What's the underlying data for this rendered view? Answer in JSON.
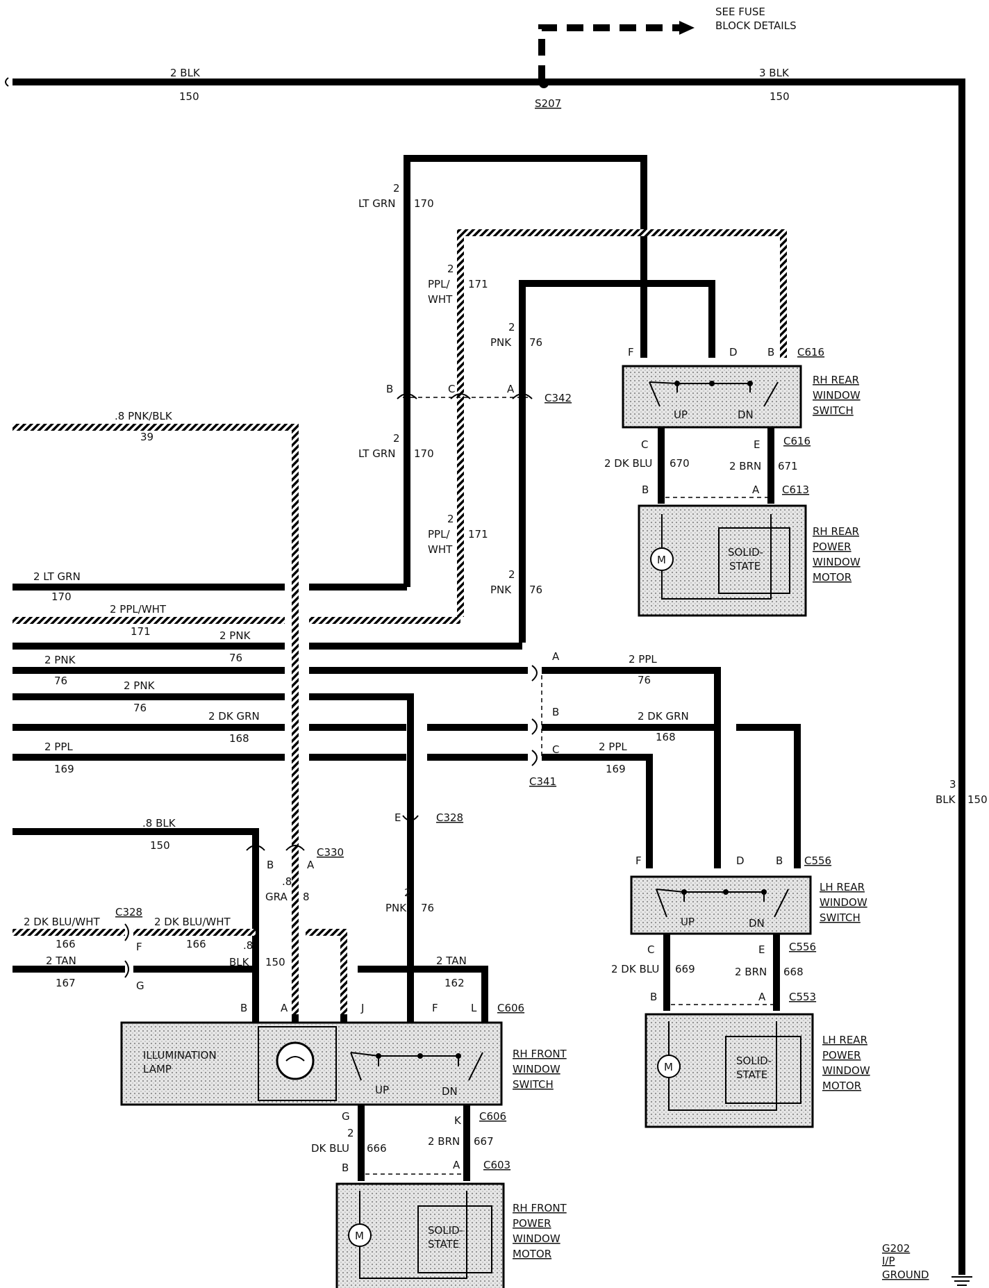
{
  "fuse_note": {
    "line1": "SEE FUSE",
    "line2": "BLOCK DETAILS"
  },
  "top_bus": {
    "left_size": "2 BLK",
    "left_circuit": "150",
    "splice": "S207",
    "right_size": "3 BLK",
    "right_circuit": "150"
  },
  "wires": {
    "ltgrn_size_n": "2",
    "ltgrn_color": "LT GRN",
    "ltgrn_circuit": "170",
    "pplwht_size_n": "2",
    "pplwht_color1": "PPL/",
    "pplwht_color2": "WHT",
    "pplwht_circuit": "171",
    "pnk_size_n": "2",
    "pnk_color": "PNK",
    "pnk_circuit": "76",
    "pnkblk_size": ".8 PNK/BLK",
    "pnkblk_circuit": "39"
  },
  "c342": {
    "name": "C342",
    "pin_b": "B",
    "pin_c": "C",
    "pin_a": "A"
  },
  "rh_rear_switch": {
    "name_l1": "RH REAR",
    "name_l2": "WINDOW",
    "name_l3": "SWITCH",
    "connector": "C616",
    "pin_f": "F",
    "pin_d": "D",
    "pin_b": "B",
    "pin_c": "C",
    "pin_e": "E",
    "up": "UP",
    "dn": "DN",
    "connector_bottom": "C616"
  },
  "rh_rear_motor_wires": {
    "left": "2 DK BLU",
    "left_circuit": "670",
    "right": "2 BRN",
    "right_circuit": "671",
    "pin_b": "B",
    "pin_a": "A",
    "connector": "C613"
  },
  "rh_rear_motor": {
    "name_l1": "RH REAR",
    "name_l2": "POWER",
    "name_l3": "WINDOW",
    "name_l4": "MOTOR",
    "motor": "M",
    "ss_l1": "SOLID-",
    "ss_l2": "STATE"
  },
  "left_wires": [
    {
      "size": "2 LT GRN",
      "circuit": "170"
    },
    {
      "size": "2 PPL/WHT",
      "circuit": "171"
    },
    {
      "size": "2 PNK",
      "circuit": "76"
    },
    {
      "size": "2 PNK",
      "circuit": "76"
    },
    {
      "size": "2 PNK",
      "circuit": "76"
    },
    {
      "size": "2 DK GRN",
      "circuit": "168"
    },
    {
      "size": "2 PPL",
      "circuit": "169"
    }
  ],
  "c341": {
    "name": "C341",
    "pin_a": "A",
    "pin_b": "B",
    "pin_c": "C",
    "a_size": "2 PPL",
    "a_circuit": "76",
    "b_size": "2 DK GRN",
    "b_circuit": "168",
    "c_size": "2 PPL",
    "c_circuit": "169"
  },
  "right_ground": {
    "size_n": "3",
    "color": "BLK",
    "circuit": "150"
  },
  "blk_wire": {
    "size": ".8 BLK",
    "circuit": "150"
  },
  "c330": {
    "name": "C330",
    "pin_b": "B",
    "pin_a": "A",
    "gra_n": ".8",
    "gra": "GRA",
    "gra_circuit": "8"
  },
  "c328_top": {
    "name": "C328",
    "pin": "E"
  },
  "pnk_down": {
    "size_n": "2",
    "color": "PNK",
    "circuit": "76"
  },
  "lh_rear_switch": {
    "name_l1": "LH REAR",
    "name_l2": "WINDOW",
    "name_l3": "SWITCH",
    "connector": "C556",
    "pin_f": "F",
    "pin_d": "D",
    "pin_b": "B",
    "pin_c": "C",
    "pin_e": "E",
    "up": "UP",
    "dn": "DN",
    "connector_bottom": "C556"
  },
  "lh_rear_motor_wires": {
    "left": "2 DK BLU",
    "left_circuit": "669",
    "right": "2 BRN",
    "right_circuit": "668",
    "pin_b": "B",
    "pin_a": "A",
    "connector": "C553"
  },
  "lh_rear_motor": {
    "name_l1": "LH REAR",
    "name_l2": "POWER",
    "name_l3": "WINDOW",
    "name_l4": "MOTOR",
    "motor": "M",
    "ss_l1": "SOLID-",
    "ss_l2": "STATE"
  },
  "bottom_left": {
    "c328": "C328",
    "dkblu_left": "2 DK BLU/WHT",
    "dkblu_left_circuit": "166",
    "dkblu_right": "2 DK BLU/WHT",
    "dkblu_right_circuit": "166",
    "pin_f": "F",
    "pin_g": "G",
    "tan_left": "2 TAN",
    "tan_left_circuit": "167",
    "tan_right": "2 TAN",
    "tan_right_circuit": "162",
    "blk_n": ".8",
    "blk": "BLK",
    "blk_circuit": "150"
  },
  "rh_front_switch": {
    "name_l1": "RH FRONT",
    "name_l2": "WINDOW",
    "name_l3": "SWITCH",
    "connector": "C606",
    "pin_b": "B",
    "pin_a": "A",
    "pin_j": "J",
    "pin_f": "F",
    "pin_l": "L",
    "lamp_l1": "ILLUMINATION",
    "lamp_l2": "LAMP",
    "up": "UP",
    "dn": "DN",
    "pin_g": "G",
    "pin_k": "K",
    "connector_bottom": "C606"
  },
  "rh_front_motor_wires": {
    "left_n": "2",
    "left": "DK BLU",
    "left_circuit": "666",
    "right": "2 BRN",
    "right_circuit": "667",
    "pin_b": "B",
    "pin_a": "A",
    "connector": "C603"
  },
  "rh_front_motor": {
    "name_l1": "RH FRONT",
    "name_l2": "POWER",
    "name_l3": "WINDOW",
    "name_l4": "MOTOR",
    "motor": "M",
    "ss_l1": "SOLID-",
    "ss_l2": "STATE"
  },
  "ground": {
    "name": "G202",
    "l2": "I/P",
    "l3": "GROUND"
  }
}
